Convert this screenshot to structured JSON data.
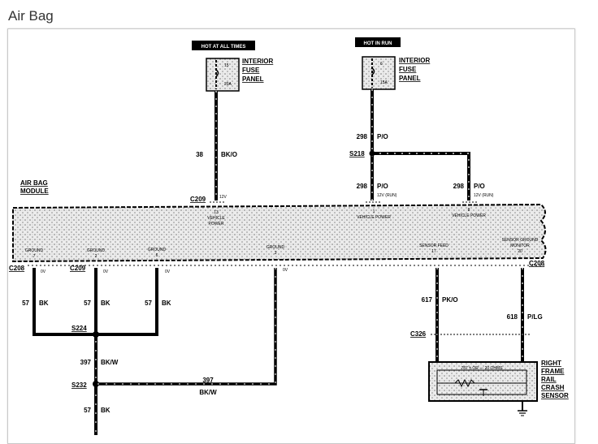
{
  "page": {
    "title": "Air Bag"
  },
  "fuse_left": {
    "header": "HOT AT ALL TIMES",
    "fuse_no": "15",
    "amps": "20A",
    "panel_l1": "INTERIOR",
    "panel_l2": "FUSE",
    "panel_l3": "PANEL"
  },
  "fuse_right": {
    "header": "HOT IN RUN",
    "fuse_no": "6",
    "amps": "15A",
    "panel_l1": "INTERIOR",
    "panel_l2": "FUSE",
    "panel_l3": "PANEL"
  },
  "module": {
    "name_l1": "AIR BAG",
    "name_l2": "MODULE",
    "pin13_l1": "13",
    "pin13_l2": "VEHICLE",
    "pin13_l3": "POWER",
    "pin1_l1": "1",
    "pin1_l2": "VEHICLE POWER",
    "pin8_l1": "8",
    "pin8_l2": "VEHICLE POWER",
    "gnd7_l1": "GROUND",
    "gnd7_l2": "7",
    "gnd2_l1": "GROUND",
    "gnd2_l2": "2",
    "gnd6_l1": "GROUND",
    "gnd6_l2": "6",
    "gnd3_l1": "GROUND",
    "gnd3_l2": "3",
    "feed_l1": "SENSOR FEED",
    "feed_l2": "17",
    "mon_l1": "SENSOR GROUND",
    "mon_l2": "MONITOR",
    "mon_l3": "20"
  },
  "wires": {
    "w38_num": "38",
    "w38_col": "BK/O",
    "w38_v": "12V",
    "w298a_num": "298",
    "w298a_col": "P/O",
    "w298b_num": "298",
    "w298b_col": "P/O",
    "w298b_v": "12V (RUN)",
    "w298c_num": "298",
    "w298c_col": "P/O",
    "w298c_v": "12V (RUN)",
    "w57a_num": "57",
    "w57a_col": "BK",
    "w57b_num": "57",
    "w57b_col": "BK",
    "w57c_num": "57",
    "w57c_col": "BK",
    "w397a_num": "397",
    "w397a_col": "BK/W",
    "w397b_num": "397",
    "w397b_col": "BK/W",
    "w57d_num": "57",
    "w57d_col": "BK",
    "w617_num": "617",
    "w617_col": "PK/O",
    "w618_num": "618",
    "w618_col": "P/LG",
    "v0": "0V"
  },
  "connectors": {
    "c209a": "C209",
    "c208a": "C208",
    "c209b": "C209",
    "c208b": "C208",
    "c326": "C326",
    "s218": "S218",
    "s224": "S224",
    "s232": "S232"
  },
  "sensor": {
    "resistance": "787 ± OR — 20 OHMS",
    "l1": "RIGHT",
    "l2": "FRAME",
    "l3": "RAIL",
    "l4": "CRASH",
    "l5": "SENSOR"
  }
}
